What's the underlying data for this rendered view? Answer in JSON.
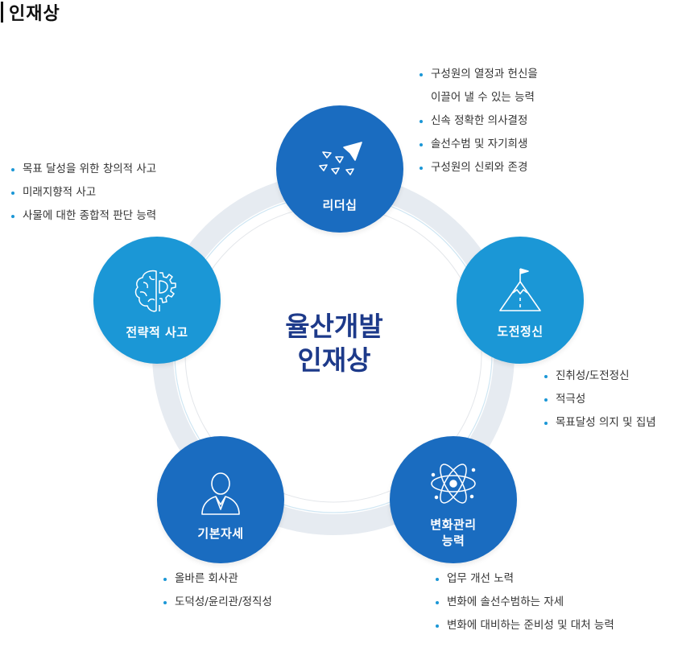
{
  "page_title": "인재상",
  "center": {
    "line1": "율산개발",
    "line2": "인재상"
  },
  "nodes": {
    "leadership": {
      "label": "리더십",
      "icon": "paper-plane-icon"
    },
    "challenge": {
      "label": "도전정신",
      "icon": "mountain-flag-icon"
    },
    "change": {
      "label_line1": "변화관리",
      "label_line2": "능력",
      "icon": "atom-icon"
    },
    "basic": {
      "label": "기본자세",
      "icon": "person-icon"
    },
    "strategy": {
      "label": "전략적 사고",
      "icon": "brain-gear-icon"
    }
  },
  "bullets": {
    "leadership": [
      "구성원의 열정과 헌신을",
      "이끌어 낼 수 있는 능력",
      "신속 정확한 의사결정",
      "솔선수범 및 자기희생",
      "구성원의 신뢰와 존경"
    ],
    "strategy": [
      "목표 달성을 위한 창의적 사고",
      "미래지향적 사고",
      "사물에 대한 종합적 판단 능력"
    ],
    "challenge": [
      "진취성/도전정신",
      "적극성",
      "목표달성 의지 및 집념"
    ],
    "basic": [
      "올바른 회사관",
      "도덕성/윤리관/정직성"
    ],
    "change": [
      "업무 개선 노력",
      "변화에 솔선수범하는 자세",
      "변화에 대비하는 준비성 및 대처 능력"
    ]
  },
  "colors": {
    "dark_blue": "#1a6cc0",
    "light_blue": "#1b97d6",
    "center_text": "#1d3a8a",
    "ring": "#e6ebf1"
  }
}
